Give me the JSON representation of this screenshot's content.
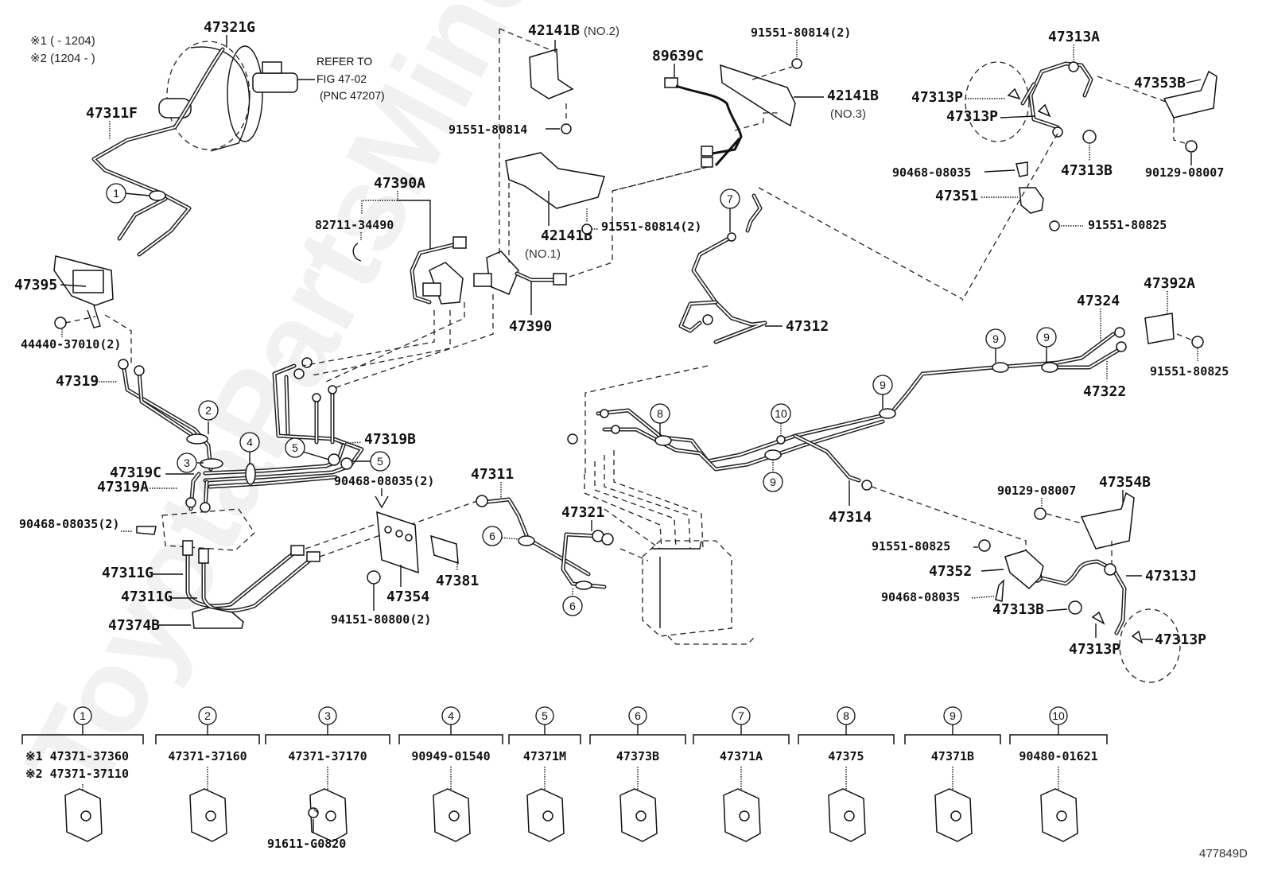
{
  "figure_id": "477849D",
  "watermark": "ToyotaPartsMiner.ru",
  "notes": {
    "note1": "※1 (      - 1204)",
    "note2": "※2 (1204 -      )"
  },
  "refer": {
    "line1": "REFER TO",
    "line2": "FIG 47-02",
    "line3": "(PNC 47207)"
  },
  "callouts": {
    "p47321G": "47321G",
    "p47311F": "47311F",
    "p47395": "47395",
    "p44440": "44440-37010(2)",
    "p47319": "47319",
    "p47319C": "47319C",
    "p47319A": "47319A",
    "p47319B": "47319B",
    "p90468_left": "90468-08035(2)",
    "p90468_mid": "90468-08035(2)",
    "p47311G_a": "47311G",
    "p47311G_b": "47311G",
    "p47374B": "47374B",
    "p47354": "47354",
    "p47381": "47381",
    "p94151": "94151-80800(2)",
    "p47311": "47311",
    "p47321": "47321",
    "p47390A": "47390A",
    "p82711": "82711-34490",
    "p47390": "47390",
    "p42141B_no2": "42141B",
    "no2": "(NO.2)",
    "p91551_80814_a": "91551-80814",
    "p42141B_no1": "42141B",
    "no1": "(NO.1)",
    "p91551_80814_b": "91551-80814(2)",
    "p89639C": "89639C",
    "p91551_80814_c": "91551-80814(2)",
    "p42141B_no3": "42141B",
    "no3": "(NO.3)",
    "p47312": "47312",
    "p47314": "47314",
    "p47313A": "47313A",
    "p47313P_a": "47313P",
    "p47313P_b": "47313P",
    "p47353B": "47353B",
    "p90468_top": "90468-08035",
    "p47313B_top": "47313B",
    "p90129_top": "90129-08007",
    "p47351": "47351",
    "p91551_80825_top": "91551-80825",
    "p47392A": "47392A",
    "p47324": "47324",
    "p47322": "47322",
    "p91551_80825_right": "91551-80825",
    "p90129_bot": "90129-08007",
    "p47354B": "47354B",
    "p91551_80825_bot": "91551-80825",
    "p47352": "47352",
    "p90468_bot": "90468-08035",
    "p47313J": "47313J",
    "p47313B_bot": "47313B",
    "p47313P_c": "47313P",
    "p47313P_d": "47313P"
  },
  "diagram_refs": {
    "r1": "1",
    "r2": "2",
    "r3": "3",
    "r4": "4",
    "r5a": "5",
    "r5b": "5",
    "r6a": "6",
    "r6b": "6",
    "r7": "7",
    "r8": "8",
    "r9a": "9",
    "r9b": "9",
    "r9c": "9",
    "r9d": "9",
    "r10": "10"
  },
  "legend": [
    {
      "ref": "1",
      "lines": [
        "※1 47371-37360",
        "※2 47371-37110"
      ]
    },
    {
      "ref": "2",
      "lines": [
        "47371-37160"
      ]
    },
    {
      "ref": "3",
      "lines": [
        "47371-37170"
      ],
      "sub": "91611-G0820"
    },
    {
      "ref": "4",
      "lines": [
        "90949-01540"
      ]
    },
    {
      "ref": "5",
      "lines": [
        "47371M"
      ]
    },
    {
      "ref": "6",
      "lines": [
        "47373B"
      ]
    },
    {
      "ref": "7",
      "lines": [
        "47371A"
      ]
    },
    {
      "ref": "8",
      "lines": [
        "47375"
      ]
    },
    {
      "ref": "9",
      "lines": [
        "47371B"
      ]
    },
    {
      "ref": "10",
      "lines": [
        "90480-01621"
      ]
    }
  ]
}
